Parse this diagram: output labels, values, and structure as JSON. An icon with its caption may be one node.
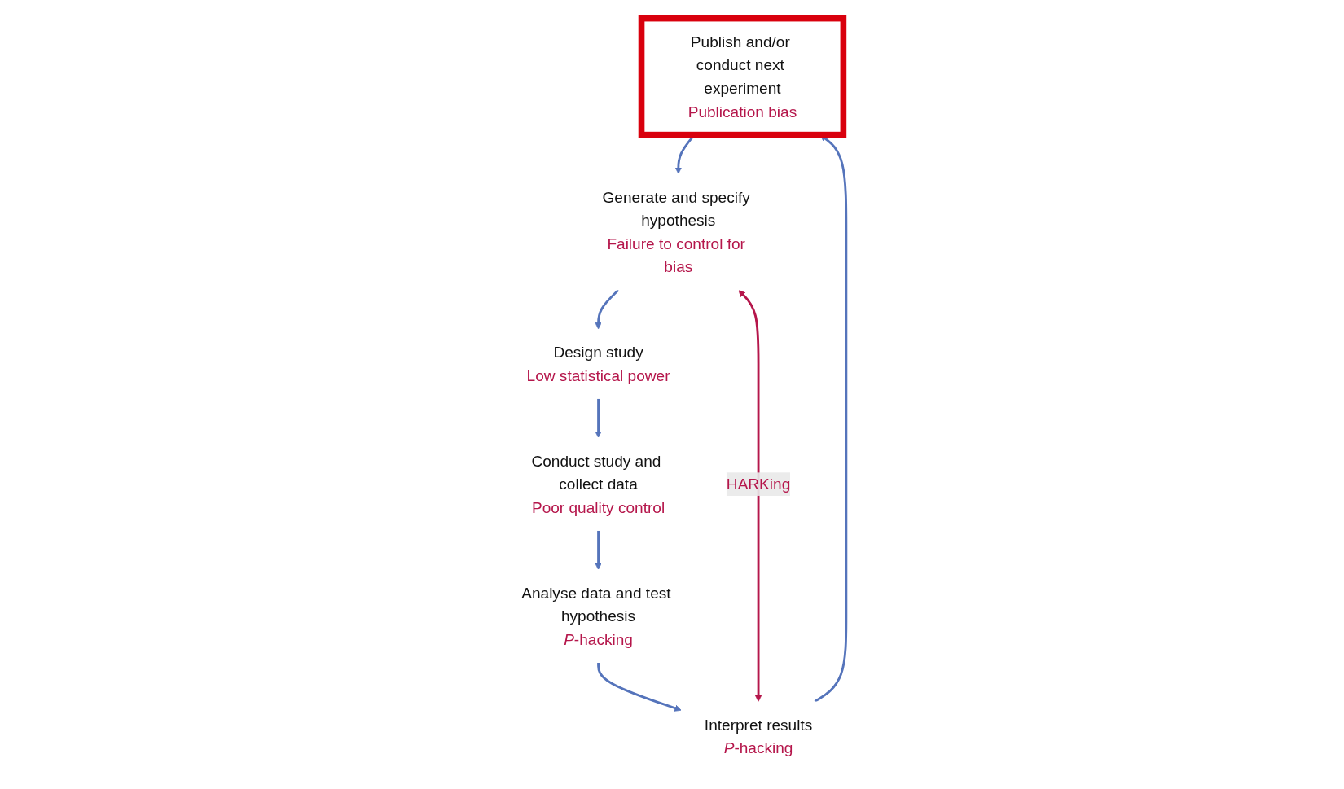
{
  "diagram": {
    "nodes": [
      {
        "text": [
          "Publish and/or conduct next experiment",
          "Publication bias"
        ]
      },
      {
        "text": [
          "Generate and specify hypothesis",
          "Failure to control for bias"
        ]
      },
      {
        "text": [
          "Design study",
          "Low statistical power"
        ]
      },
      {
        "text": [
          "Conduct study and collect data",
          "Poor quality control"
        ]
      },
      {
        "text": [
          "Analyse data and test hypothesis",
          "*P*-hacking"
        ]
      },
      {
        "text": [
          "Interpret results",
          "*P*-hacking"
        ]
      }
    ],
    "edges": [
      {
        "from": 0,
        "to": 1,
        "arrow": "to"
      },
      {
        "from": 1,
        "to": 2,
        "arrow": "to"
      },
      {
        "from": 2,
        "to": 3,
        "arrow": "to"
      },
      {
        "from": 3,
        "to": 4,
        "arrow": "to"
      },
      {
        "from": 4,
        "to": 5,
        "arrow": "to"
      },
      {
        "from": 5,
        "to": 0,
        "arrow": "to"
      },
      {
        "from": 1,
        "to": 5,
        "arrow": "both",
        "label": "HARKing",
        "color": "#b5164b"
      }
    ]
  }
}
